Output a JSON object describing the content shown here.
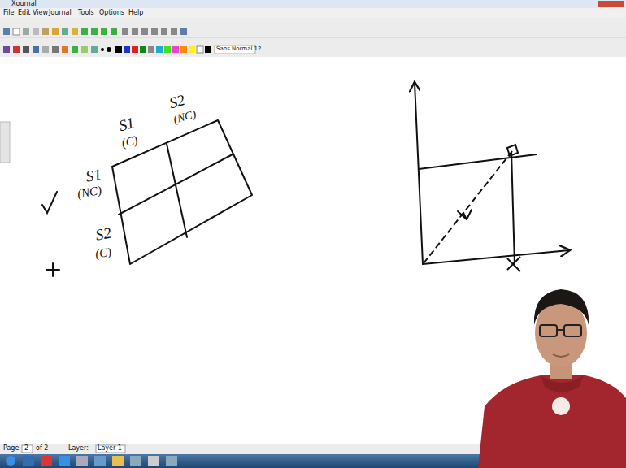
{
  "diagram": {
    "labels": [
      "Xournal",
      "File",
      "Edit",
      "View",
      "Journal",
      "Tools",
      "Options",
      "Help",
      "Sans Normal 12",
      "Page",
      "2",
      "of 2",
      "Layer:",
      "Layer 1",
      "S1",
      "(C)",
      "S2",
      "(NC)",
      "S1",
      "(NC)",
      "S2",
      "(C)"
    ]
  }
}
